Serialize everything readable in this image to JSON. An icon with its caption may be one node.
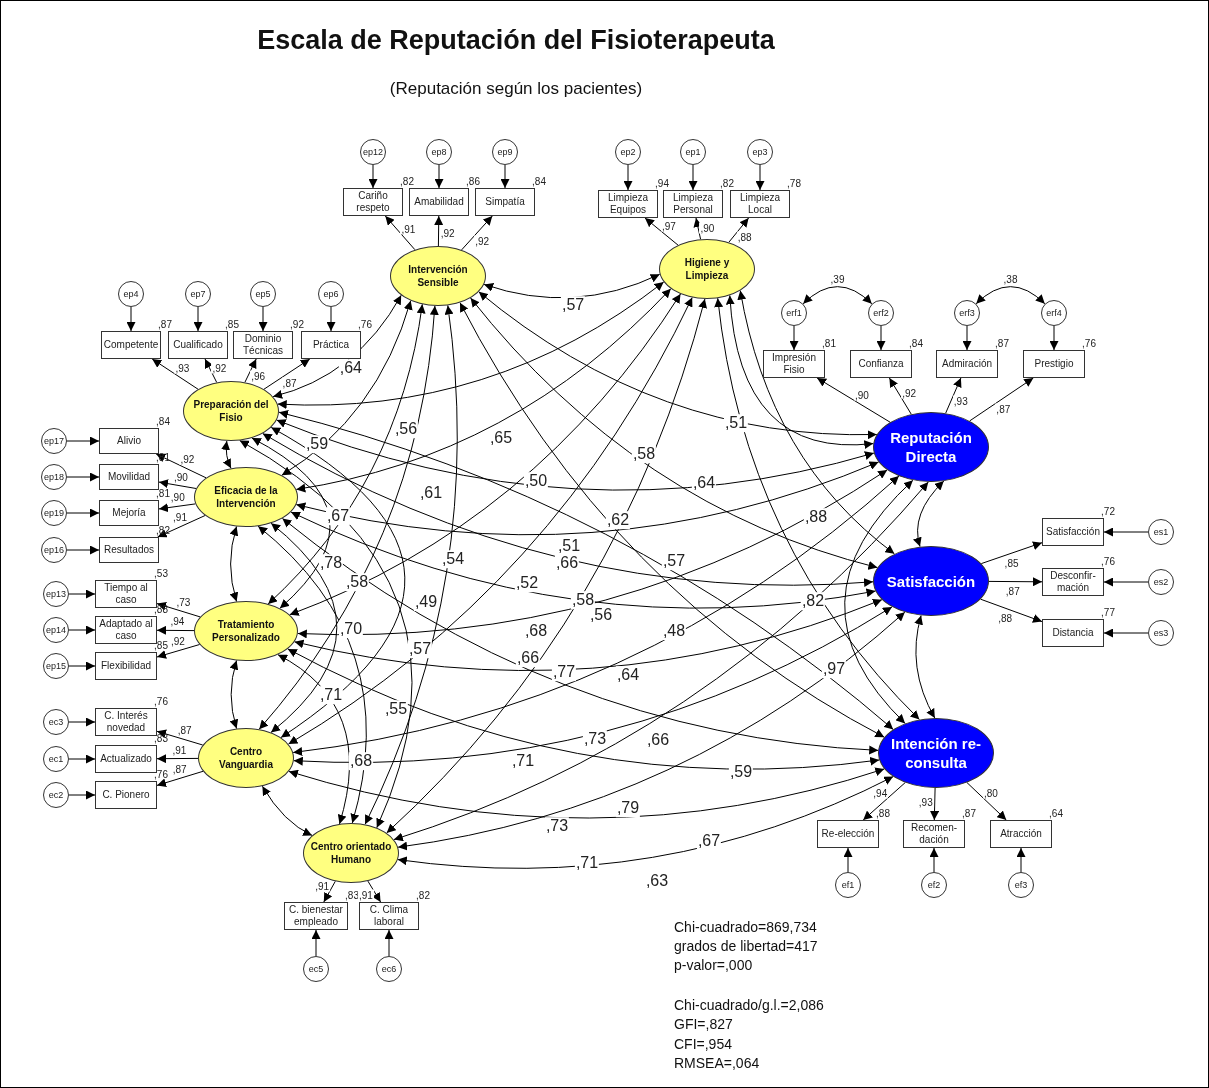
{
  "diagram": {
    "title": "Escala de Reputación del Fisioterapeuta",
    "nodes": [
      {
        "text": [
          "Intervención Sensible"
        ]
      },
      {
        "text": [
          "Higiene y Limpieza"
        ]
      },
      {
        "text": [
          "Preparación del Fisio"
        ]
      },
      {
        "text": [
          "Eficacia de la Intervención"
        ]
      },
      {
        "text": [
          "Tratamiento Personalizado"
        ]
      },
      {
        "text": [
          "Centro Vanguardia"
        ]
      },
      {
        "text": [
          "Centro orientado Humano"
        ]
      },
      {
        "text": [
          "Reputación Directa"
        ]
      },
      {
        "text": [
          "Satisfacción"
        ]
      },
      {
        "text": [
          "Intención re-consulta"
        ]
      },
      {
        "text": [
          "Cariño respeto"
        ],
        "beside": [
          ",82"
        ]
      },
      {
        "text": [
          "Amabilidad"
        ],
        "beside": [
          ",86"
        ]
      },
      {
        "text": [
          "Simpatía"
        ],
        "beside": [
          ",84"
        ]
      },
      {
        "text": [
          "ep12"
        ]
      },
      {
        "text": [
          "ep8"
        ]
      },
      {
        "text": [
          "ep9"
        ]
      },
      {
        "text": [
          "Limpieza Equipos"
        ],
        "beside": [
          ",94"
        ]
      },
      {
        "text": [
          "Limpieza Personal"
        ],
        "beside": [
          ",82"
        ]
      },
      {
        "text": [
          "Limpieza Local"
        ],
        "beside": [
          ",78"
        ]
      },
      {
        "text": [
          "ep2"
        ]
      },
      {
        "text": [
          "ep1"
        ]
      },
      {
        "text": [
          "ep3"
        ]
      },
      {
        "text": [
          "Competente"
        ],
        "beside": [
          ",87"
        ]
      },
      {
        "text": [
          "Cualificado"
        ],
        "beside": [
          ",85"
        ]
      },
      {
        "text": [
          "Dominio Técnicas"
        ],
        "beside": [
          ",92"
        ]
      },
      {
        "text": [
          "Práctica"
        ],
        "beside": [
          ",76"
        ]
      },
      {
        "text": [
          "ep4"
        ]
      },
      {
        "text": [
          "ep7"
        ]
      },
      {
        "text": [
          "ep5"
        ]
      },
      {
        "text": [
          "ep6"
        ]
      },
      {
        "text": [
          "Alivio"
        ],
        "beside": [
          ",84"
        ]
      },
      {
        "text": [
          "Movilidad"
        ],
        "beside": [
          ",81"
        ]
      },
      {
        "text": [
          "Mejoría"
        ],
        "beside": [
          ",81"
        ]
      },
      {
        "text": [
          "Resultados"
        ],
        "beside": [
          ",82"
        ]
      },
      {
        "text": [
          "ep17"
        ]
      },
      {
        "text": [
          "ep18"
        ]
      },
      {
        "text": [
          "ep19"
        ]
      },
      {
        "text": [
          "ep16"
        ]
      },
      {
        "text": [
          "Tiempo al caso"
        ],
        "beside": [
          ",53"
        ]
      },
      {
        "text": [
          "Adaptado al caso"
        ],
        "beside": [
          ",88"
        ]
      },
      {
        "text": [
          "Flexibilidad"
        ],
        "beside": [
          ",85"
        ]
      },
      {
        "text": [
          "ep13"
        ]
      },
      {
        "text": [
          "ep14"
        ]
      },
      {
        "text": [
          "ep15"
        ]
      },
      {
        "text": [
          "C. Interés novedad"
        ],
        "beside": [
          ",76"
        ]
      },
      {
        "text": [
          "Actualizado"
        ],
        "beside": [
          ",83"
        ]
      },
      {
        "text": [
          "C. Pionero"
        ],
        "beside": [
          ",76"
        ]
      },
      {
        "text": [
          "ec3"
        ]
      },
      {
        "text": [
          "ec1"
        ]
      },
      {
        "text": [
          "ec2"
        ]
      },
      {
        "text": [
          "C. bienestar empleado"
        ],
        "beside": [
          ",83"
        ]
      },
      {
        "text": [
          "C. Clima laboral"
        ],
        "beside": [
          ",82"
        ]
      },
      {
        "text": [
          "ec5"
        ]
      },
      {
        "text": [
          "ec6"
        ]
      },
      {
        "text": [
          "Impresión Fisio"
        ],
        "beside": [
          ",81"
        ]
      },
      {
        "text": [
          "Confianza"
        ],
        "beside": [
          ",84"
        ]
      },
      {
        "text": [
          "Admiración"
        ],
        "beside": [
          ",87"
        ]
      },
      {
        "text": [
          "Prestigio"
        ],
        "beside": [
          ",76"
        ]
      },
      {
        "text": [
          "erf1"
        ]
      },
      {
        "text": [
          "erf2"
        ]
      },
      {
        "text": [
          "erf3"
        ]
      },
      {
        "text": [
          "erf4"
        ]
      },
      {
        "text": [
          "Satisfacción"
        ],
        "beside": [
          ",72"
        ]
      },
      {
        "text": [
          "Desconfir- mación"
        ],
        "beside": [
          ",76"
        ]
      },
      {
        "text": [
          "Distancia"
        ],
        "beside": [
          ",77"
        ]
      },
      {
        "text": [
          "es1"
        ]
      },
      {
        "text": [
          "es2"
        ]
      },
      {
        "text": [
          "es3"
        ]
      },
      {
        "text": [
          "Re-elección"
        ],
        "beside": [
          ",88"
        ]
      },
      {
        "text": [
          "Recomen- dación"
        ],
        "beside": [
          ",87"
        ]
      },
      {
        "text": [
          "Atracción"
        ],
        "beside": [
          ",64"
        ]
      },
      {
        "text": [
          "ef1"
        ]
      },
      {
        "text": [
          "ef2"
        ]
      },
      {
        "text": [
          "ef3"
        ]
      }
    ],
    "edges": [
      {
        "from": 0,
        "to": 10,
        "arrow": "to",
        "label": ",91"
      },
      {
        "from": 0,
        "to": 11,
        "arrow": "to",
        "label": ",92"
      },
      {
        "from": 0,
        "to": 12,
        "arrow": "to",
        "label": ",92"
      },
      {
        "from": 13,
        "to": 10,
        "arrow": "to"
      },
      {
        "from": 14,
        "to": 11,
        "arrow": "to"
      },
      {
        "from": 15,
        "to": 12,
        "arrow": "to"
      },
      {
        "from": 1,
        "to": 16,
        "arrow": "to",
        "label": ",97"
      },
      {
        "from": 1,
        "to": 17,
        "arrow": "to",
        "label": ",90"
      },
      {
        "from": 1,
        "to": 18,
        "arrow": "to",
        "label": ",88"
      },
      {
        "from": 19,
        "to": 16,
        "arrow": "to"
      },
      {
        "from": 20,
        "to": 17,
        "arrow": "to"
      },
      {
        "from": 21,
        "to": 18,
        "arrow": "to"
      },
      {
        "from": 2,
        "to": 22,
        "arrow": "to",
        "label": ",93"
      },
      {
        "from": 2,
        "to": 23,
        "arrow": "to",
        "label": ",92"
      },
      {
        "from": 2,
        "to": 24,
        "arrow": "to",
        "label": ",96"
      },
      {
        "from": 2,
        "to": 25,
        "arrow": "to",
        "label": ",87"
      },
      {
        "from": 26,
        "to": 22,
        "arrow": "to"
      },
      {
        "from": 27,
        "to": 23,
        "arrow": "to"
      },
      {
        "from": 28,
        "to": 24,
        "arrow": "to"
      },
      {
        "from": 29,
        "to": 25,
        "arrow": "to"
      },
      {
        "from": 3,
        "to": 30,
        "arrow": "to",
        "label": ",92"
      },
      {
        "from": 3,
        "to": 31,
        "arrow": "to",
        "label": ",90"
      },
      {
        "from": 3,
        "to": 32,
        "arrow": "to",
        "label": ",90"
      },
      {
        "from": 3,
        "to": 33,
        "arrow": "to",
        "label": ",91"
      },
      {
        "from": 34,
        "to": 30,
        "arrow": "to"
      },
      {
        "from": 35,
        "to": 31,
        "arrow": "to"
      },
      {
        "from": 36,
        "to": 32,
        "arrow": "to"
      },
      {
        "from": 37,
        "to": 33,
        "arrow": "to"
      },
      {
        "from": 4,
        "to": 38,
        "arrow": "to",
        "label": ",73"
      },
      {
        "from": 4,
        "to": 39,
        "arrow": "to",
        "label": ",94"
      },
      {
        "from": 4,
        "to": 40,
        "arrow": "to",
        "label": ",92"
      },
      {
        "from": 41,
        "to": 38,
        "arrow": "to"
      },
      {
        "from": 42,
        "to": 39,
        "arrow": "to"
      },
      {
        "from": 43,
        "to": 40,
        "arrow": "to"
      },
      {
        "from": 5,
        "to": 44,
        "arrow": "to",
        "label": ",87"
      },
      {
        "from": 5,
        "to": 45,
        "arrow": "to",
        "label": ",91"
      },
      {
        "from": 5,
        "to": 46,
        "arrow": "to",
        "label": ",87"
      },
      {
        "from": 47,
        "to": 44,
        "arrow": "to"
      },
      {
        "from": 48,
        "to": 45,
        "arrow": "to"
      },
      {
        "from": 49,
        "to": 46,
        "arrow": "to"
      },
      {
        "from": 6,
        "to": 50,
        "arrow": "to",
        "label": ",91"
      },
      {
        "from": 6,
        "to": 51,
        "arrow": "to",
        "label": ",91"
      },
      {
        "from": 52,
        "to": 50,
        "arrow": "to"
      },
      {
        "from": 53,
        "to": 51,
        "arrow": "to"
      },
      {
        "from": 7,
        "to": 54,
        "arrow": "to",
        "label": ",90"
      },
      {
        "from": 7,
        "to": 55,
        "arrow": "to",
        "label": ",92"
      },
      {
        "from": 7,
        "to": 56,
        "arrow": "to",
        "label": ",93"
      },
      {
        "from": 7,
        "to": 57,
        "arrow": "to",
        "label": ",87"
      },
      {
        "from": 58,
        "to": 54,
        "arrow": "to"
      },
      {
        "from": 59,
        "to": 55,
        "arrow": "to"
      },
      {
        "from": 60,
        "to": 56,
        "arrow": "to"
      },
      {
        "from": 61,
        "to": 57,
        "arrow": "to"
      },
      {
        "from": 58,
        "to": 59,
        "arrow": "both",
        "label": ",39"
      },
      {
        "from": 60,
        "to": 61,
        "arrow": "both",
        "label": ",38"
      },
      {
        "from": 8,
        "to": 62,
        "arrow": "to",
        "label": ",85"
      },
      {
        "from": 8,
        "to": 63,
        "arrow": "to",
        "label": ",87"
      },
      {
        "from": 8,
        "to": 64,
        "arrow": "to",
        "label": ",88"
      },
      {
        "from": 65,
        "to": 62,
        "arrow": "to"
      },
      {
        "from": 66,
        "to": 63,
        "arrow": "to"
      },
      {
        "from": 67,
        "to": 64,
        "arrow": "to"
      },
      {
        "from": 9,
        "to": 68,
        "arrow": "to",
        "label": ",94"
      },
      {
        "from": 9,
        "to": 69,
        "arrow": "to",
        "label": ",93"
      },
      {
        "from": 9,
        "to": 70,
        "arrow": "to",
        "label": ",80"
      },
      {
        "from": 71,
        "to": 68,
        "arrow": "to"
      },
      {
        "from": 72,
        "to": 69,
        "arrow": "to"
      },
      {
        "from": 73,
        "to": 70,
        "arrow": "to"
      },
      {
        "from": 0,
        "to": 1,
        "arrow": "both",
        "label": ",57"
      },
      {
        "from": 2,
        "to": 0,
        "arrow": "both",
        "label": ",64"
      },
      {
        "from": 2,
        "to": 1,
        "arrow": "both"
      },
      {
        "from": 3,
        "to": 0,
        "arrow": "both"
      },
      {
        "from": 3,
        "to": 1,
        "arrow": "both"
      },
      {
        "from": 4,
        "to": 0,
        "arrow": "both"
      },
      {
        "from": 4,
        "to": 1,
        "arrow": "both"
      },
      {
        "from": 5,
        "to": 0,
        "arrow": "both"
      },
      {
        "from": 5,
        "to": 1,
        "arrow": "both"
      },
      {
        "from": 6,
        "to": 0,
        "arrow": "both"
      },
      {
        "from": 6,
        "to": 1,
        "arrow": "both"
      },
      {
        "from": 0,
        "to": 7,
        "arrow": "both"
      },
      {
        "from": 0,
        "to": 8,
        "arrow": "both"
      },
      {
        "from": 0,
        "to": 9,
        "arrow": "both"
      },
      {
        "from": 1,
        "to": 7,
        "arrow": "both"
      },
      {
        "from": 1,
        "to": 8,
        "arrow": "both"
      },
      {
        "from": 1,
        "to": 9,
        "arrow": "both"
      },
      {
        "from": 2,
        "to": 3,
        "arrow": "both"
      },
      {
        "from": 2,
        "to": 4,
        "arrow": "both"
      },
      {
        "from": 2,
        "to": 5,
        "arrow": "both"
      },
      {
        "from": 2,
        "to": 6,
        "arrow": "both"
      },
      {
        "from": 2,
        "to": 7,
        "arrow": "both"
      },
      {
        "from": 2,
        "to": 8,
        "arrow": "both"
      },
      {
        "from": 2,
        "to": 9,
        "arrow": "both"
      },
      {
        "from": 3,
        "to": 4,
        "arrow": "both"
      },
      {
        "from": 3,
        "to": 5,
        "arrow": "both"
      },
      {
        "from": 3,
        "to": 6,
        "arrow": "both"
      },
      {
        "from": 3,
        "to": 7,
        "arrow": "both"
      },
      {
        "from": 3,
        "to": 8,
        "arrow": "both"
      },
      {
        "from": 3,
        "to": 9,
        "arrow": "both"
      },
      {
        "from": 4,
        "to": 5,
        "arrow": "both"
      },
      {
        "from": 4,
        "to": 6,
        "arrow": "both"
      },
      {
        "from": 4,
        "to": 7,
        "arrow": "both"
      },
      {
        "from": 4,
        "to": 8,
        "arrow": "both"
      },
      {
        "from": 4,
        "to": 9,
        "arrow": "both"
      },
      {
        "from": 5,
        "to": 6,
        "arrow": "both"
      },
      {
        "from": 5,
        "to": 7,
        "arrow": "both"
      },
      {
        "from": 5,
        "to": 8,
        "arrow": "both"
      },
      {
        "from": 5,
        "to": 9,
        "arrow": "both"
      },
      {
        "from": 6,
        "to": 7,
        "arrow": "both"
      },
      {
        "from": 6,
        "to": 8,
        "arrow": "both"
      },
      {
        "from": 6,
        "to": 9,
        "arrow": "both"
      },
      {
        "from": 7,
        "to": 8,
        "arrow": "both"
      },
      {
        "from": 7,
        "to": 9,
        "arrow": "both"
      },
      {
        "from": 8,
        "to": 9,
        "arrow": "both"
      }
    ],
    "labels": [
      "(Reputación según los pacientes)",
      ",56",
      ",51",
      ",65",
      ",59",
      ",58",
      ",50",
      ",64",
      ",61",
      ",67",
      ",62",
      ",88",
      ",51",
      ",78",
      ",54",
      ",66",
      ",57",
      ",58",
      ",52",
      ",49",
      ",58",
      ",82",
      ",56",
      ",70",
      ",68",
      ",48",
      ",57",
      ",66",
      ",77",
      ",64",
      ",97",
      ",71",
      ",55",
      ",73",
      ",66",
      ",68",
      ",71",
      ",59",
      ",79",
      ",73",
      ",67",
      ",71",
      ",63",
      "Chi-cuadrado=869,734",
      "grados de libertad=417",
      "p-valor=,000",
      "Chi-cuadrado/g.l.=2,086",
      "GFI=,827",
      "CFI=,954",
      "RMSEA=,064"
    ]
  }
}
